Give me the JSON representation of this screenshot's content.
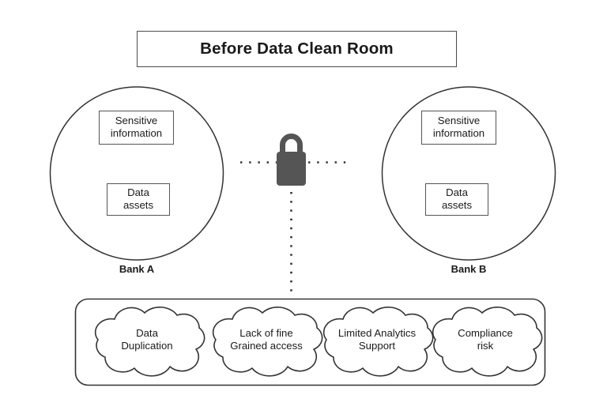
{
  "title": {
    "text": "Before Data Clean Room"
  },
  "entities": [
    {
      "id": "bank-a",
      "label": "Bank A",
      "boxes": [
        {
          "id": "sensitive-information",
          "text": "Sensitive\ninformation"
        },
        {
          "id": "data-assets",
          "text": "Data\nassets"
        }
      ]
    },
    {
      "id": "bank-b",
      "label": "Bank B",
      "boxes": [
        {
          "id": "sensitive-information",
          "text": "Sensitive\ninformation"
        },
        {
          "id": "data-assets",
          "text": "Data\nassets"
        }
      ]
    }
  ],
  "connector": {
    "icon": "lock-icon",
    "icon_color": "#555555",
    "line_style": "dotted",
    "line_color": "#333333"
  },
  "issues": {
    "clouds": [
      {
        "id": "data-duplication",
        "text": "Data\nDuplication"
      },
      {
        "id": "lack-of-fine-grained-access",
        "text": "Lack of fine\nGrained access"
      },
      {
        "id": "limited-analytics-support",
        "text": "Limited Analytics\nSupport"
      },
      {
        "id": "compliance-risk",
        "text": "Compliance\nrisk"
      }
    ]
  },
  "colors": {
    "stroke": "#333333",
    "box_stroke": "#555555",
    "title_stroke": "#4a4a4a",
    "lock": "#555555",
    "background": "#ffffff",
    "text": "#1a1a1a"
  }
}
